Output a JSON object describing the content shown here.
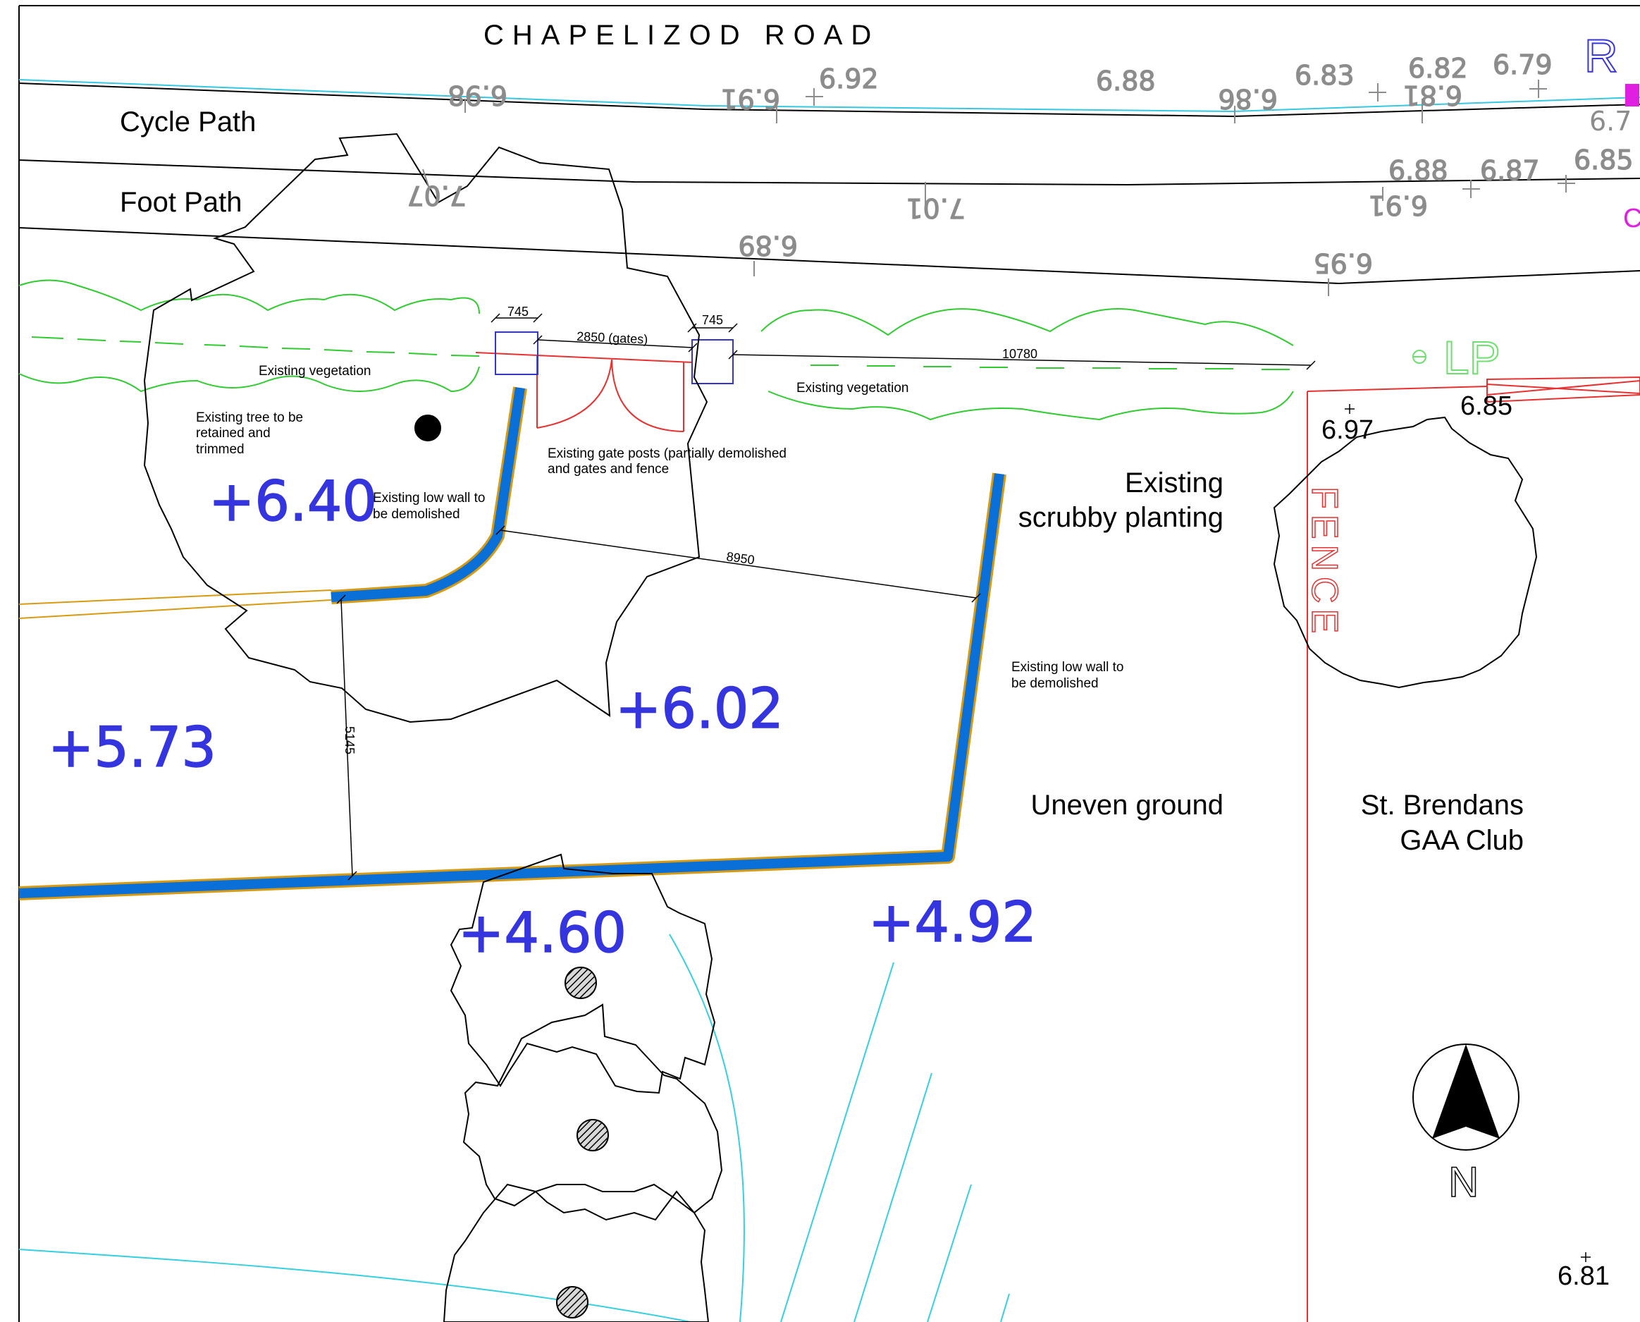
{
  "drawing": {
    "road_name": "CHAPELIZOD ROAD",
    "cycle_path": "Cycle Path",
    "foot_path": "Foot Path",
    "existing_vegetation_left": "Existing vegetation",
    "existing_vegetation_right": "Existing vegetation",
    "tree_note_line1": "Existing tree to be",
    "tree_note_line2": "retained and",
    "tree_note_line3": "trimmed",
    "gate_posts_line1": "Existing gate posts (partially demolished",
    "gate_posts_line2": "and gates and fence",
    "low_wall_1_line1": "Existing low wall to",
    "low_wall_1_line2": "be demolished",
    "low_wall_2_line1": "Existing low wall to",
    "low_wall_2_line2": "be demolished",
    "scrubby_line1": "Existing",
    "scrubby_line2": "scrubby planting",
    "uneven_ground": "Uneven ground",
    "club_line1": "St. Brendans",
    "club_line2": "GAA Club",
    "fence": "FENCE",
    "lamp_post": "LP",
    "north": "N",
    "corner_mark": "R",
    "corner_mark_2": "C"
  },
  "dimensions": {
    "d745_left": "745",
    "d2850": "2850 (gates)",
    "d745_right": "745",
    "d10780": "10780",
    "d8950": "8950",
    "d5145": "5145"
  },
  "levels_large": {
    "l640": "+6.40",
    "l602": "+6.02",
    "l573": "+5.73",
    "l460": "+4.60",
    "l492": "+4.92"
  },
  "levels_road": {
    "l692": "6.92",
    "l688a": "6.88",
    "l683": "6.83",
    "l682": "6.82",
    "l679": "6.79",
    "l688b": "6.88",
    "l687": "6.87",
    "l685a": "6.85",
    "l698f": "6.98",
    "l691f": "6.91",
    "l686f": "6.86",
    "l681f": "6.81",
    "l707f": "7.07",
    "l701f": "7.01",
    "l691f2": "6.91",
    "l689f": "6.89",
    "l695f": "6.95",
    "l674": "6.7"
  },
  "levels_black": {
    "l685": "6.85",
    "l697": "6.97",
    "l681": "6.81"
  },
  "colors": {
    "wall_blue": "#0a6fd6",
    "vegetation_green": "#2ecc2e",
    "fence_red": "#e83030",
    "level_blue": "#3535e0",
    "level_gray": "#8c8c8c",
    "contour_cyan": "#35d0e0",
    "edge_orange": "#d89a10",
    "accent_magenta": "#e020e0"
  }
}
